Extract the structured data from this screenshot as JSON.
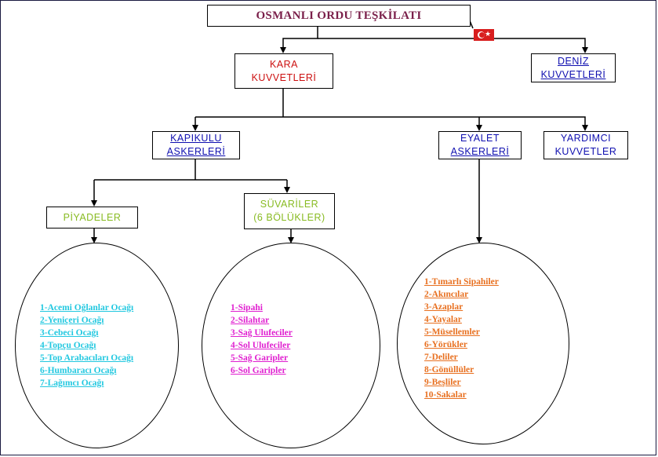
{
  "diagram": {
    "title": "OSMANLI ORDU TEŞKİLATI",
    "kara": {
      "line1": "KARA",
      "line2": "KUVVETLERİ"
    },
    "deniz": {
      "line1": "DENİZ",
      "line2": "KUVVETLERİ"
    },
    "kapikulu": {
      "line1": "KAPIKULU",
      "line2": "ASKERLERİ"
    },
    "eyalet": {
      "line1": "EYALET",
      "line2": "ASKERLERİ"
    },
    "yardimci": {
      "line1": "YARDIMCI",
      "line2": "KUVVETLER"
    },
    "piyadeler": {
      "label": "PİYADELER"
    },
    "suvariler": {
      "line1": "SÜVARİLER",
      "line2": "(6 BÖLÜKLER)"
    },
    "piyade_list": [
      "1-Acemi Oğlanlar Ocağı",
      "2-Yeniçeri Ocağı",
      "3-Cebeci Ocağı",
      "4-Topçu Ocağı",
      "5-Top Arabacıları Ocağı",
      "6-Humbaracı Ocağı",
      "7-Lağımcı Ocağı"
    ],
    "suvari_list": [
      "1-Sipahi",
      "2-Silahtar",
      "3-Sağ Ulufeciler",
      "4-Sol Ulufeciler",
      "5-Sağ Garipler",
      "6-Sol Garipler"
    ],
    "eyalet_list": [
      "1-Tımarlı Sipahiler",
      "2-Akıncılar",
      "3-Azaplar",
      "4-Yayalar",
      "5-Müsellemler",
      "6-Yörükler",
      "7-Deliler",
      "8-Gönüllüler",
      "9-Beşliler",
      "10-Sakalar"
    ]
  },
  "icons": {
    "flag": "turkish-flag-icon"
  },
  "colors": {
    "title": "#7a1f4a",
    "kara": "#cc1010",
    "blue_text": "#1010b0",
    "green_text": "#88bb22",
    "piyade_list": "#22c8e0",
    "suvari_list": "#e020d0",
    "eyalet_list": "#e87020"
  }
}
